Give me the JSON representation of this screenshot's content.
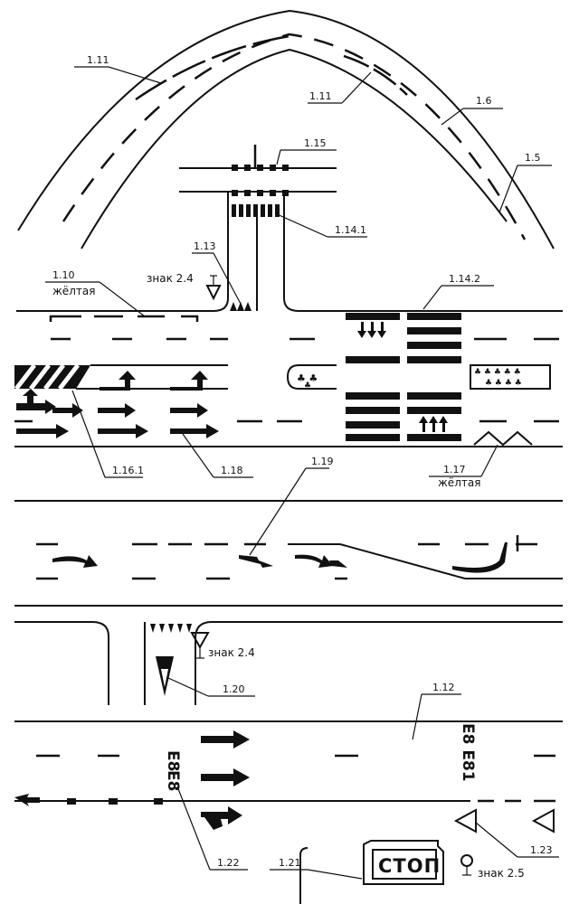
{
  "labels": {
    "m1_11_left": "1.11",
    "m1_11_center": "1.11",
    "m1_6": "1.6",
    "m1_5": "1.5",
    "m1_15": "1.15",
    "m1_14_1": "1.14.1",
    "m1_13": "1.13",
    "sign_2_4_top": "знак 2.4",
    "m1_10": "1.10",
    "yellow_1": "жёлтая",
    "m1_14_2": "1.14.2",
    "m1_16_1": "1.16.1",
    "m1_18": "1.18",
    "m1_17": "1.17",
    "yellow_2": "жёлтая",
    "m1_19": "1.19",
    "sign_2_4_bottom": "знак 2.4",
    "m1_20": "1.20",
    "m1_12": "1.12",
    "m1_22": "1.22",
    "m1_21": "1.21",
    "stop_text": "СТОП",
    "sign_2_5": "знак 2.5",
    "m1_23": "1.23",
    "route_number_left": "E8",
    "route_number_right": "E8 E81"
  },
  "colors": {
    "ink": "#111111",
    "paper": "#ffffff"
  }
}
